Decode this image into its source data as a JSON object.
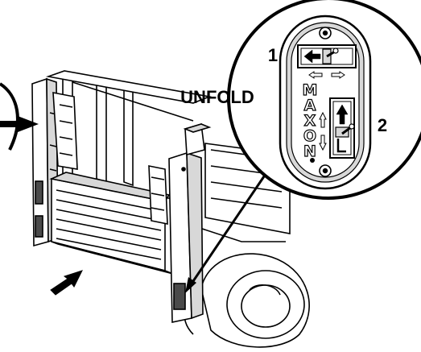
{
  "labels": {
    "step_1": "1",
    "step_2": "2",
    "action": "UNFOLD"
  },
  "brand": {
    "letters": [
      "M",
      "A",
      "X",
      "O",
      "N"
    ]
  },
  "colors": {
    "line": "#000000",
    "fill_light": "#ffffff",
    "fill_shade": "#d8d8d8",
    "fill_dark": "#4a4a4a"
  }
}
